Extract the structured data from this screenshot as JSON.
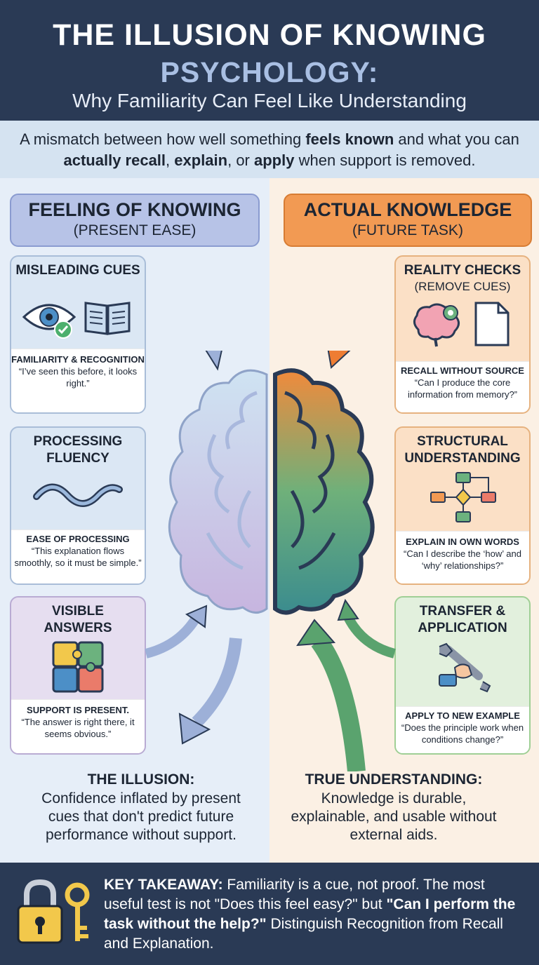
{
  "header": {
    "title_line1": "THE ILLUSION OF KNOWING",
    "title_line2": "PSYCHOLOGY:",
    "subtitle": "Why Familiarity Can Feel Like Understanding"
  },
  "intro": {
    "p1": "A mismatch between how well something ",
    "b1": "feels known",
    "p2": " and what you can ",
    "b2": "actually recall",
    "p3": ", ",
    "b3": "explain",
    "p4": ", or ",
    "b4": "apply",
    "p5": " when support is removed."
  },
  "left_column": {
    "heading": "FEELING OF KNOWING",
    "subheading": "(PRESENT EASE)",
    "cards": [
      {
        "title": "MISLEADING CUES",
        "label": "FAMILIARITY & RECOGNITION",
        "quote": "“I’ve seen this before, it looks right.”",
        "icons": [
          "eye-icon",
          "check-icon",
          "book-icon"
        ]
      },
      {
        "title": "PROCESSING FLUENCY",
        "label": "EASE OF PROCESSING",
        "quote": "“This explanation flows smoothly, so it must be simple.”",
        "icons": [
          "wave-icon"
        ]
      },
      {
        "title": "VISIBLE ANSWERS",
        "label": "SUPPORT IS PRESENT.",
        "quote": "“The answer is right there, it seems obvious.”",
        "icons": [
          "puzzle-icon"
        ]
      }
    ],
    "summary_title": "THE ILLUSION:",
    "summary_text": "Confidence inflated by present cues that don't predict future performance without support."
  },
  "right_column": {
    "heading": "ACTUAL KNOWLEDGE",
    "subheading": "(FUTURE TASK)",
    "cards": [
      {
        "title": "REALITY CHECKS",
        "title2": "(REMOVE CUES)",
        "label": "RECALL WITHOUT SOURCE",
        "quote": "“Can I produce the core information from memory?”",
        "icons": [
          "brain-gear-icon",
          "document-icon"
        ]
      },
      {
        "title": "STRUCTURAL UNDERSTANDING",
        "label": "EXPLAIN IN OWN WORDS",
        "quote": "“Can I describe the ‘how’ and ‘why’ relationships?”",
        "icons": [
          "flowchart-icon"
        ]
      },
      {
        "title": "TRANSFER & APPLICATION",
        "label": "APPLY TO NEW EXAMPLE",
        "quote": "“Does the principle work when conditions change?”",
        "icons": [
          "wrench-hand-icon"
        ]
      }
    ],
    "summary_title": "TRUE UNDERSTANDING:",
    "summary_text": "Knowledge is durable, explainable, and usable without external aids."
  },
  "footer": {
    "label": "KEY TAKEAWAY:",
    "t1": " Familiarity is a cue, not proof. The most useful test is not \"Does this feel easy?\" but ",
    "bold": "\"Can I perform the task without the help?\"",
    "t2": " Distinguish Recognition from Recall and Explanation.",
    "icons": [
      "padlock-icon",
      "key-icon"
    ]
  },
  "colors": {
    "navy": "#2a3a55",
    "left_accent": "#b7c3e7",
    "right_accent": "#f29a53",
    "green": "#5aa36e",
    "orange": "#ee7d33"
  }
}
